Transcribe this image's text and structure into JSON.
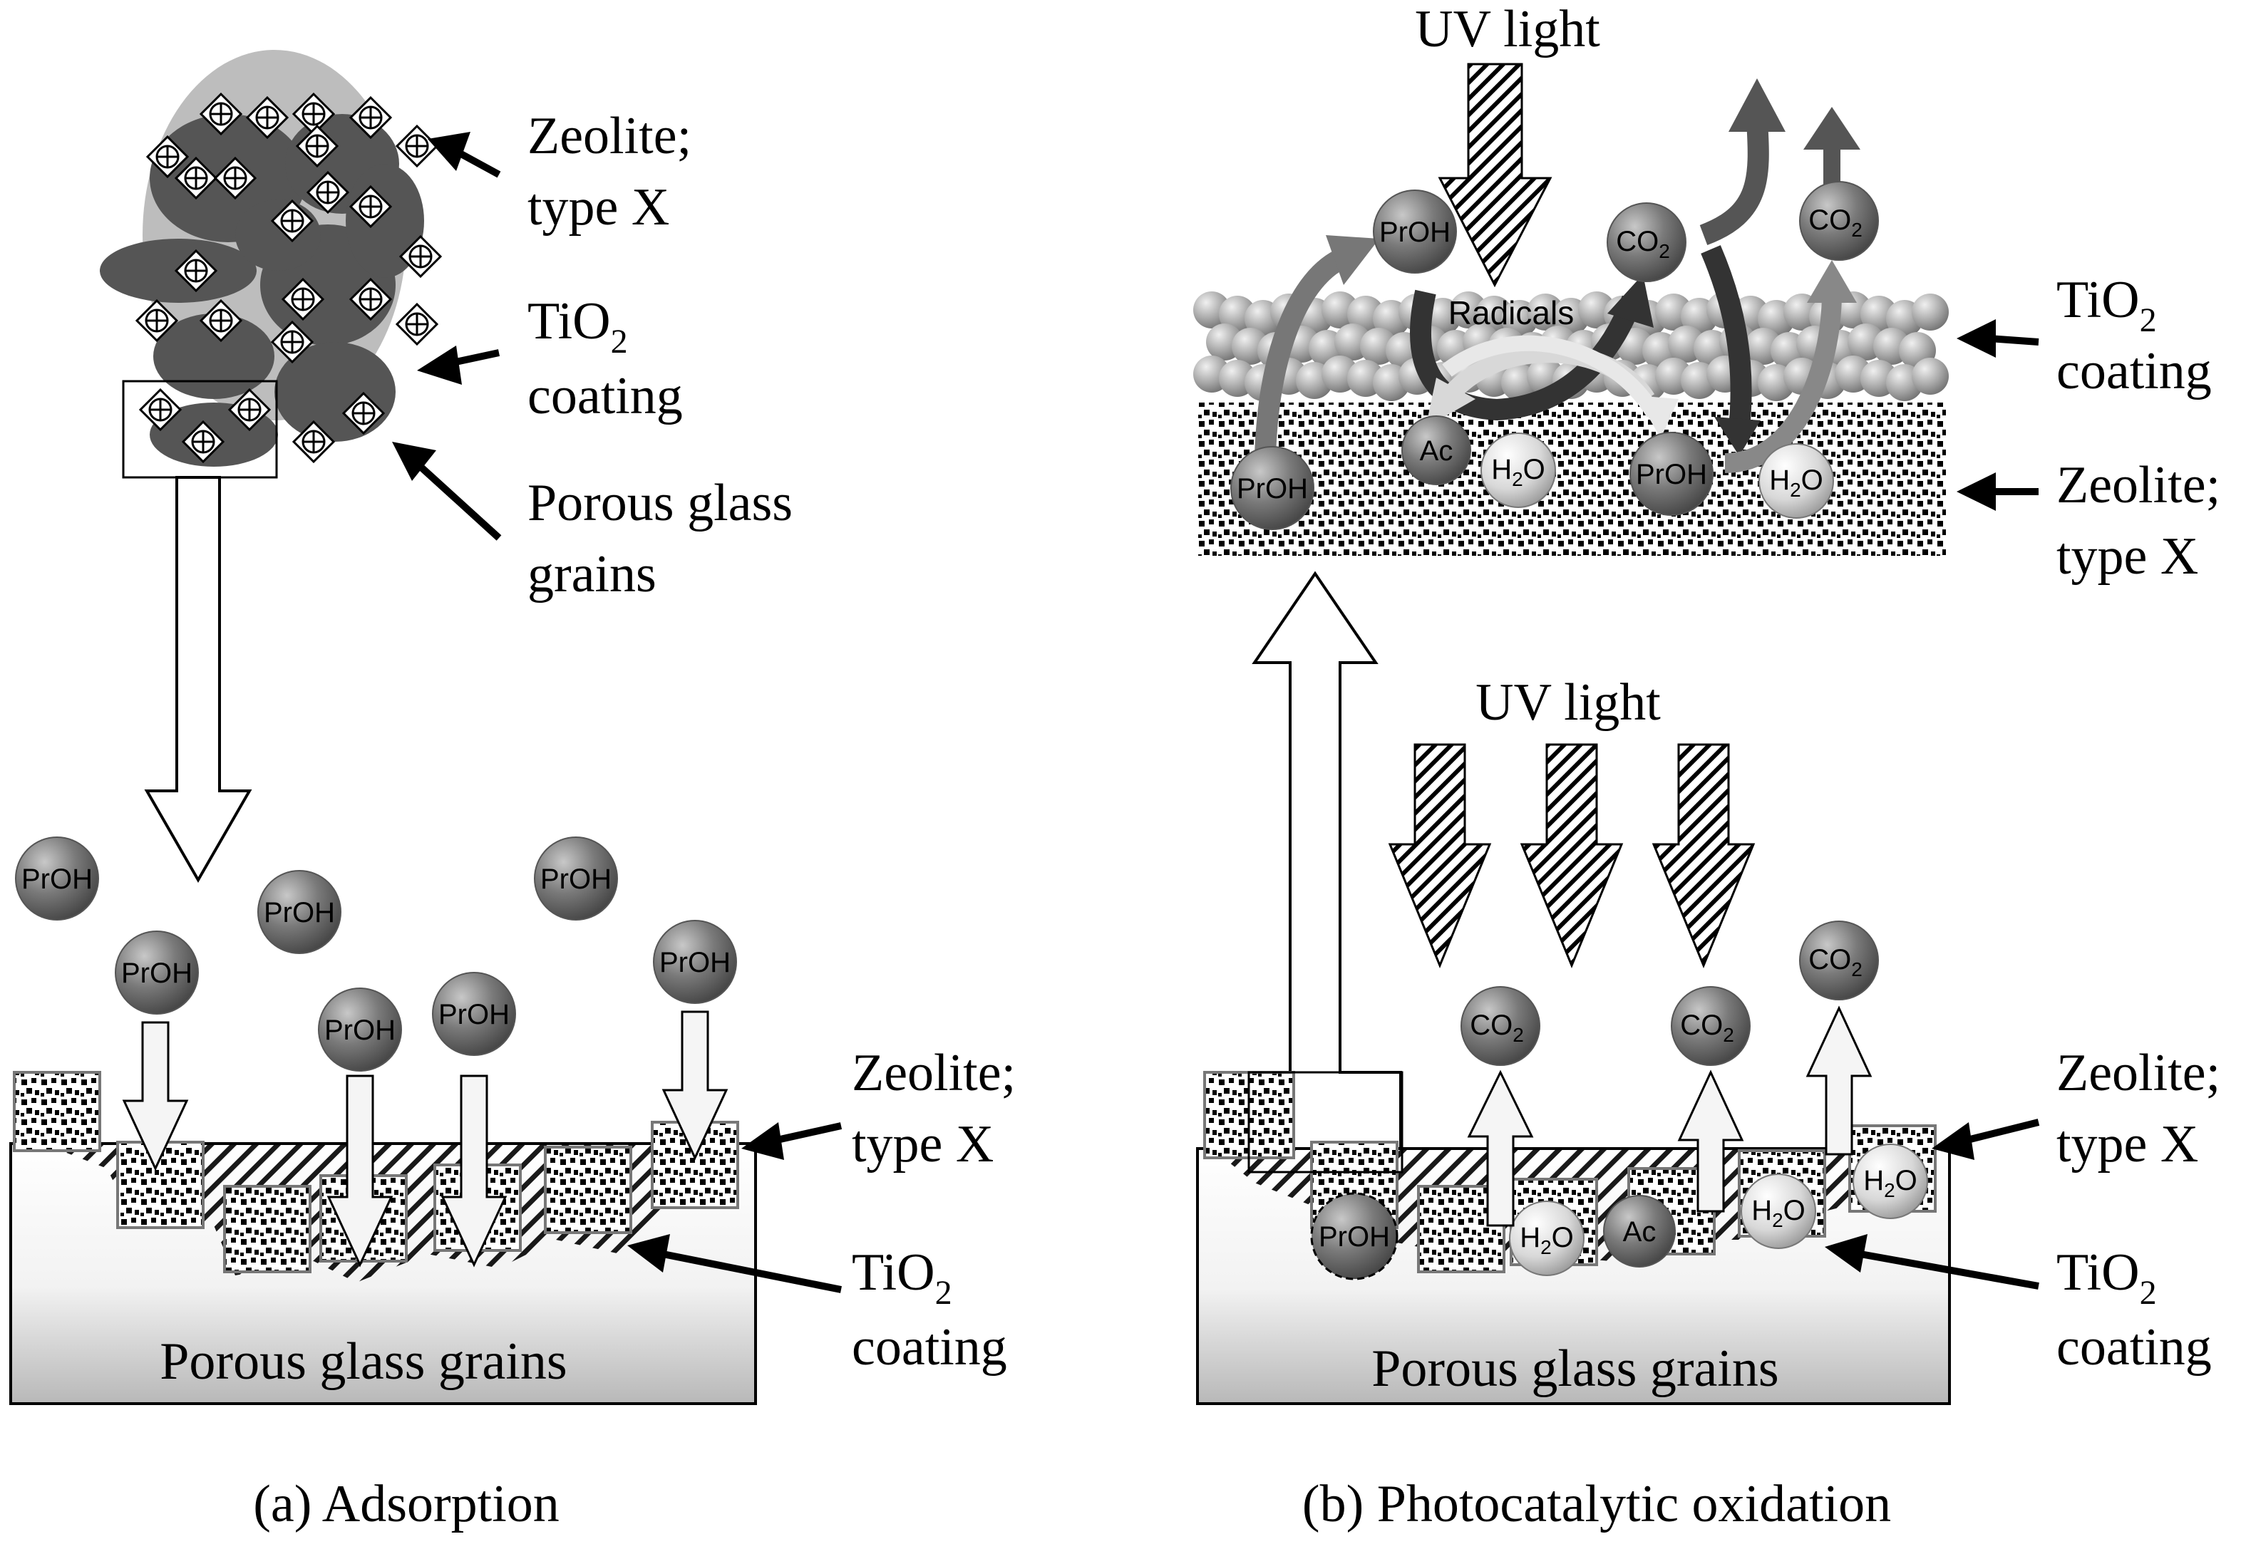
{
  "panel_a": {
    "caption": "(a) Adsorption",
    "zeolite_label": [
      "Zeolite;",
      "type X"
    ],
    "tio2_label": [
      "TiO",
      "2",
      "coating"
    ],
    "glass_label": [
      "Porous glass",
      "grains"
    ],
    "base_label": "Porous glass grains",
    "zeolite_label_2": [
      "Zeolite;",
      "type X"
    ],
    "tio2_label_2": [
      "TiO",
      "2",
      "coating"
    ]
  },
  "panel_b": {
    "caption": "(b) Photocatalytic oxidation",
    "uv_top": "UV light",
    "uv_mid": "UV light",
    "radicals": "Radicals",
    "tio2_label": [
      "TiO",
      "2",
      "coating"
    ],
    "zeolite_label": [
      "Zeolite;",
      "type X"
    ],
    "base_label": "Porous glass grains",
    "zeolite_label_2": [
      "Zeolite;",
      "type X"
    ],
    "tio2_label_2": [
      "TiO",
      "2",
      "coating"
    ]
  },
  "molecules": {
    "proh": "PrOH",
    "ac": "Ac",
    "co2": [
      "CO",
      "2"
    ],
    "h2o": [
      "H",
      "2",
      "O"
    ]
  },
  "colors": {
    "dark_grain": "#5a5a5a",
    "molecule_dark": "#6f6f6f",
    "molecule_light": "#d4d4d4",
    "stroke": "#000000"
  }
}
